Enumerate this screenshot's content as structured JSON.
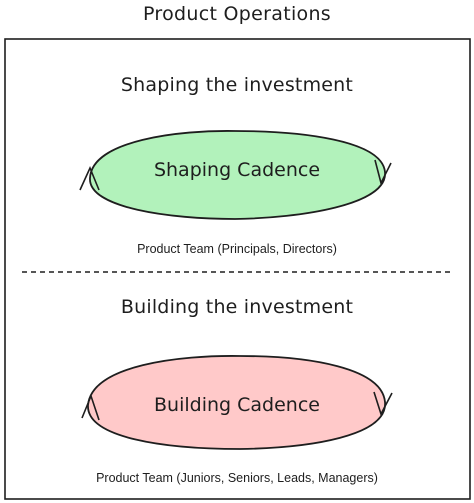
{
  "diagram": {
    "title": "Product Operations",
    "sections": [
      {
        "heading": "Shaping the investment",
        "cadence": "Shaping Cadence",
        "team": "Product Team (Principals, Directors)",
        "fill": "#b2f2bb"
      },
      {
        "heading": "Building the investment",
        "cadence": "Building Cadence",
        "team": "Product Team (Juniors, Seniors, Leads, Managers)",
        "fill": "#ffc9c9"
      }
    ],
    "stroke": "#1e1e1e"
  }
}
